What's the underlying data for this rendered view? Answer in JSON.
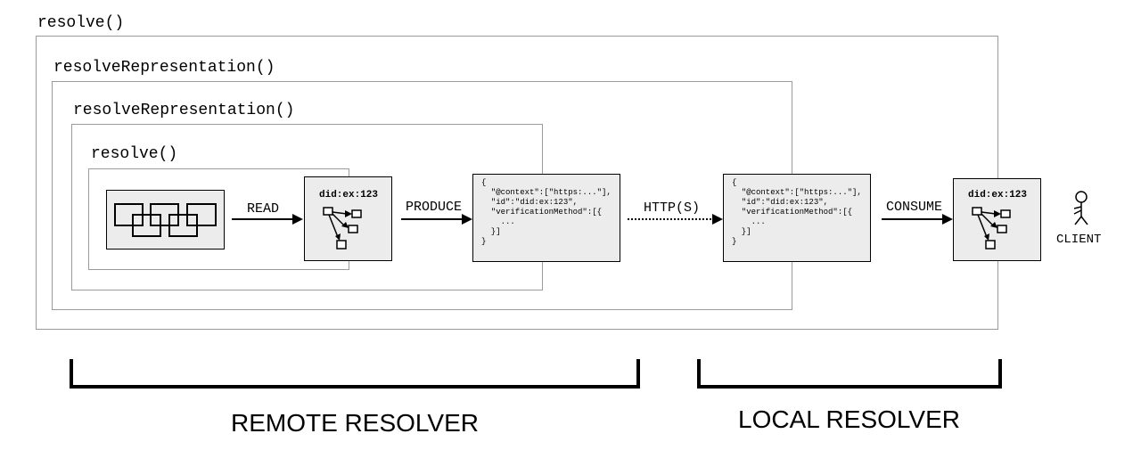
{
  "frames": {
    "outer_resolve": "resolve()",
    "outer_resolve_representation": "resolveRepresentation()",
    "inner_resolve_representation": "resolveRepresentation()",
    "inner_resolve": "resolve()"
  },
  "nodes": {
    "did_label_remote": "did:ex:123",
    "did_label_local": "did:ex:123",
    "json_document": "{\n  \"@context\":[\"https:...\"],\n  \"id\":\"did:ex:123\",\n  \"verificationMethod\":[{\n    ...\n  }]\n}"
  },
  "arrows": {
    "read": "READ",
    "produce": "PRODUCE",
    "transport": "HTTP(S)",
    "consume": "CONSUME"
  },
  "actor": {
    "label": "CLIENT"
  },
  "groups": {
    "remote": "REMOTE RESOLVER",
    "local": "LOCAL RESOLVER"
  }
}
